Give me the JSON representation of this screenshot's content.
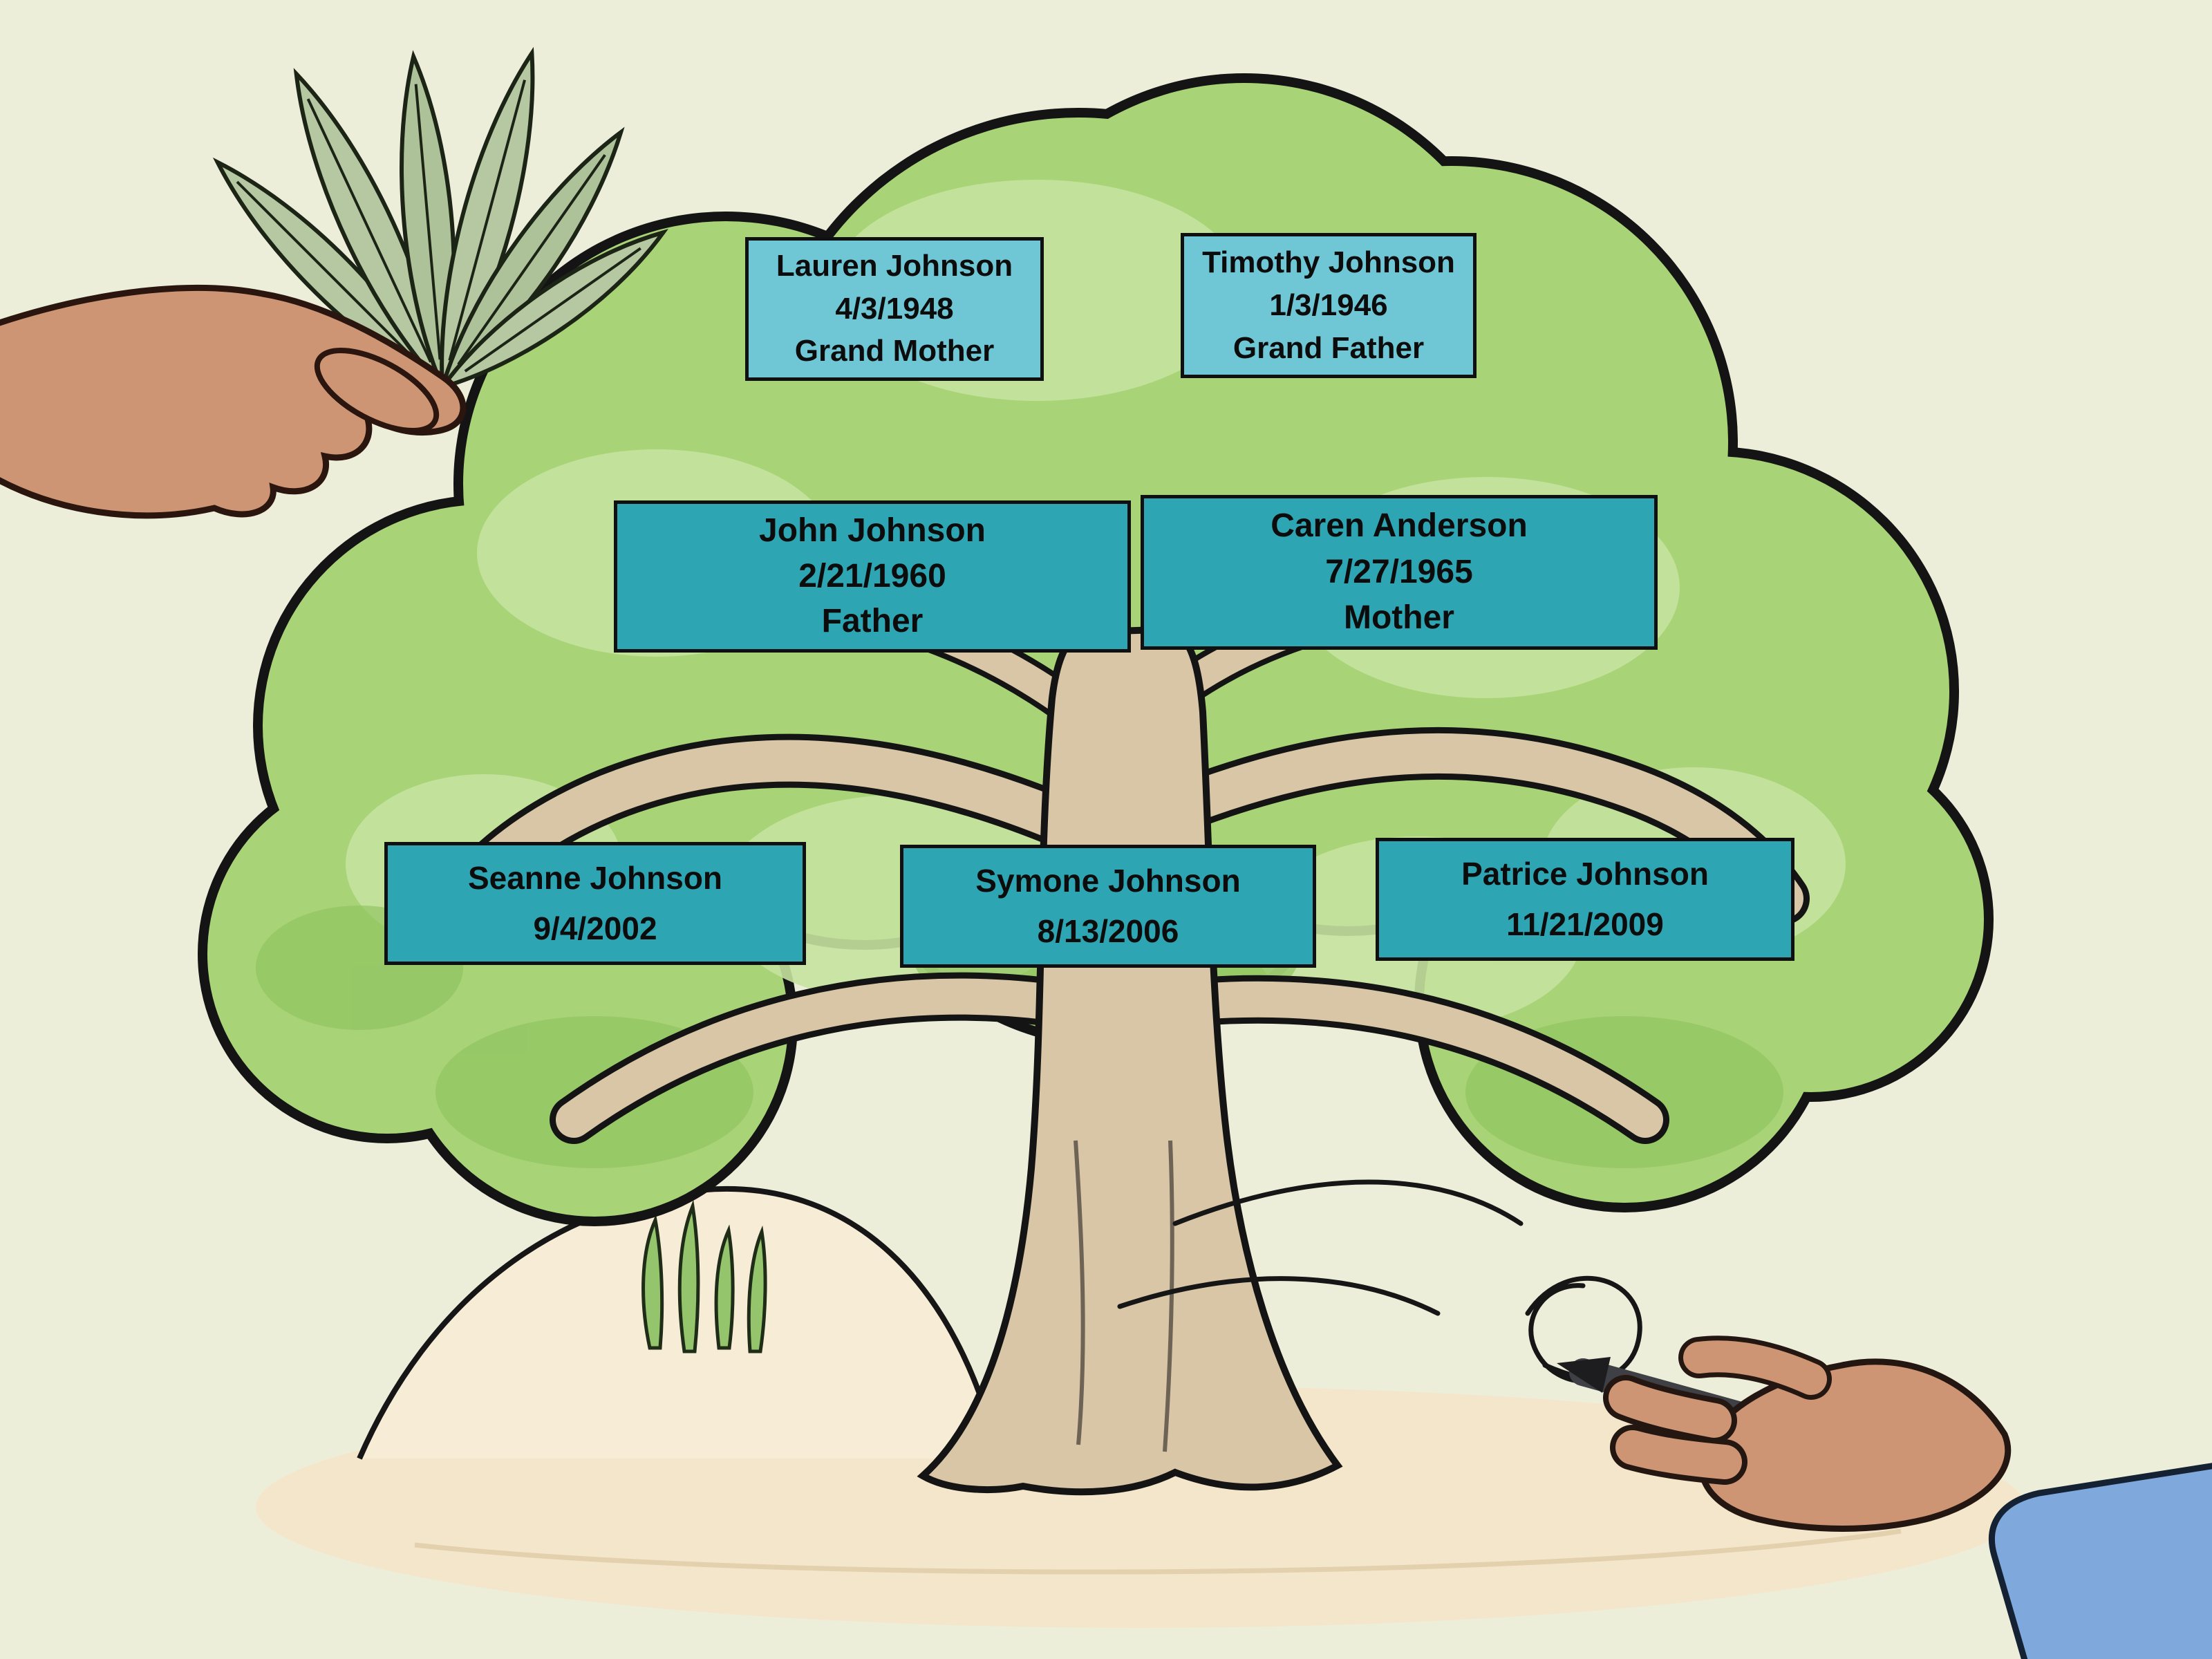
{
  "illustration": {
    "description": "Cartoon family tree drawn on a large tree; one hand holds leaves at top left, another hand draws with a pen at bottom right",
    "background_color": "#edeeda",
    "canopy_color": "#a8d377",
    "canopy_highlight_color": "#c4e29d",
    "canopy_shadow_color": "#8fc35f",
    "trunk_color": "#d9c6a6",
    "sand_color": "#f4e6cb",
    "mound_color": "#f7ecd6",
    "grandparent_box_color": "#6fc7d6",
    "family_box_color": "#2ea5b3",
    "skin_color": "#cd9574",
    "sleeve_color": "#7fa9dc",
    "leaf_color": "#b6c8a2",
    "pen_color": "#3f3f46"
  },
  "tree": {
    "grandmother": {
      "name": "Lauren Johnson",
      "date": "4/3/1948",
      "role": "Grand Mother"
    },
    "grandfather": {
      "name": "Timothy Johnson",
      "date": "1/3/1946",
      "role": "Grand Father"
    },
    "father": {
      "name": "John Johnson",
      "date": "2/21/1960",
      "role": "Father"
    },
    "mother": {
      "name": "Caren Anderson",
      "date": "7/27/1965",
      "role": "Mother"
    },
    "children": [
      {
        "name": "Seanne Johnson",
        "date": "9/4/2002"
      },
      {
        "name": "Symone Johnson",
        "date": "8/13/2006"
      },
      {
        "name": "Patrice Johnson",
        "date": "11/21/2009"
      }
    ]
  }
}
